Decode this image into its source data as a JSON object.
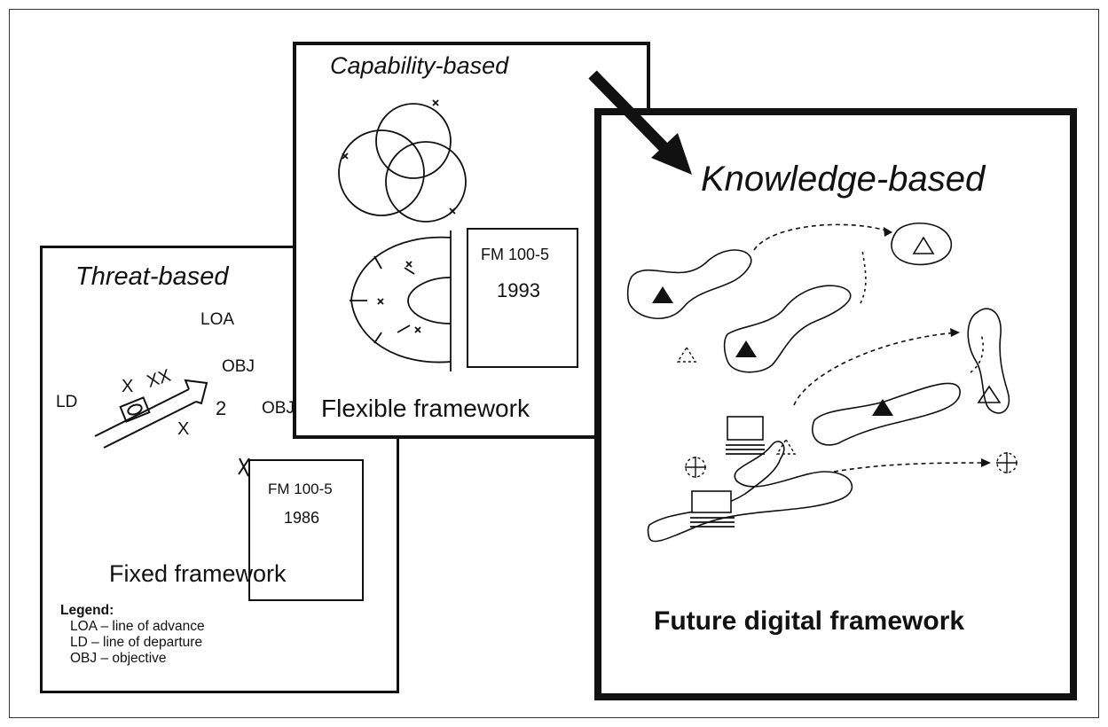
{
  "threat": {
    "title": "Threat-based",
    "map": {
      "loa": "LOA",
      "obj1": "OBJ",
      "ld": "LD",
      "obj2": "OBJ",
      "xx": "XX",
      "x1": "X",
      "x2": "X",
      "two": "2"
    },
    "doc": {
      "line1": "FM 100-5",
      "line2": "1986"
    },
    "caption": "Fixed framework",
    "legend": {
      "heading": "Legend:",
      "items": [
        "LOA – line of advance",
        "LD – line of departure",
        "OBJ – objective"
      ]
    }
  },
  "capability": {
    "title": "Capability-based",
    "doc": {
      "line1": "FM 100-5",
      "line2": "1993"
    },
    "caption": "Flexible framework"
  },
  "knowledge": {
    "title": "Knowledge-based",
    "caption": "Future digital framework"
  },
  "colors": {
    "ink": "#111111",
    "paper": "#ffffff"
  },
  "icons": [
    "arrow-icon",
    "triangle-unit-icon",
    "sensor-box-icon",
    "target-marker-icon"
  ]
}
